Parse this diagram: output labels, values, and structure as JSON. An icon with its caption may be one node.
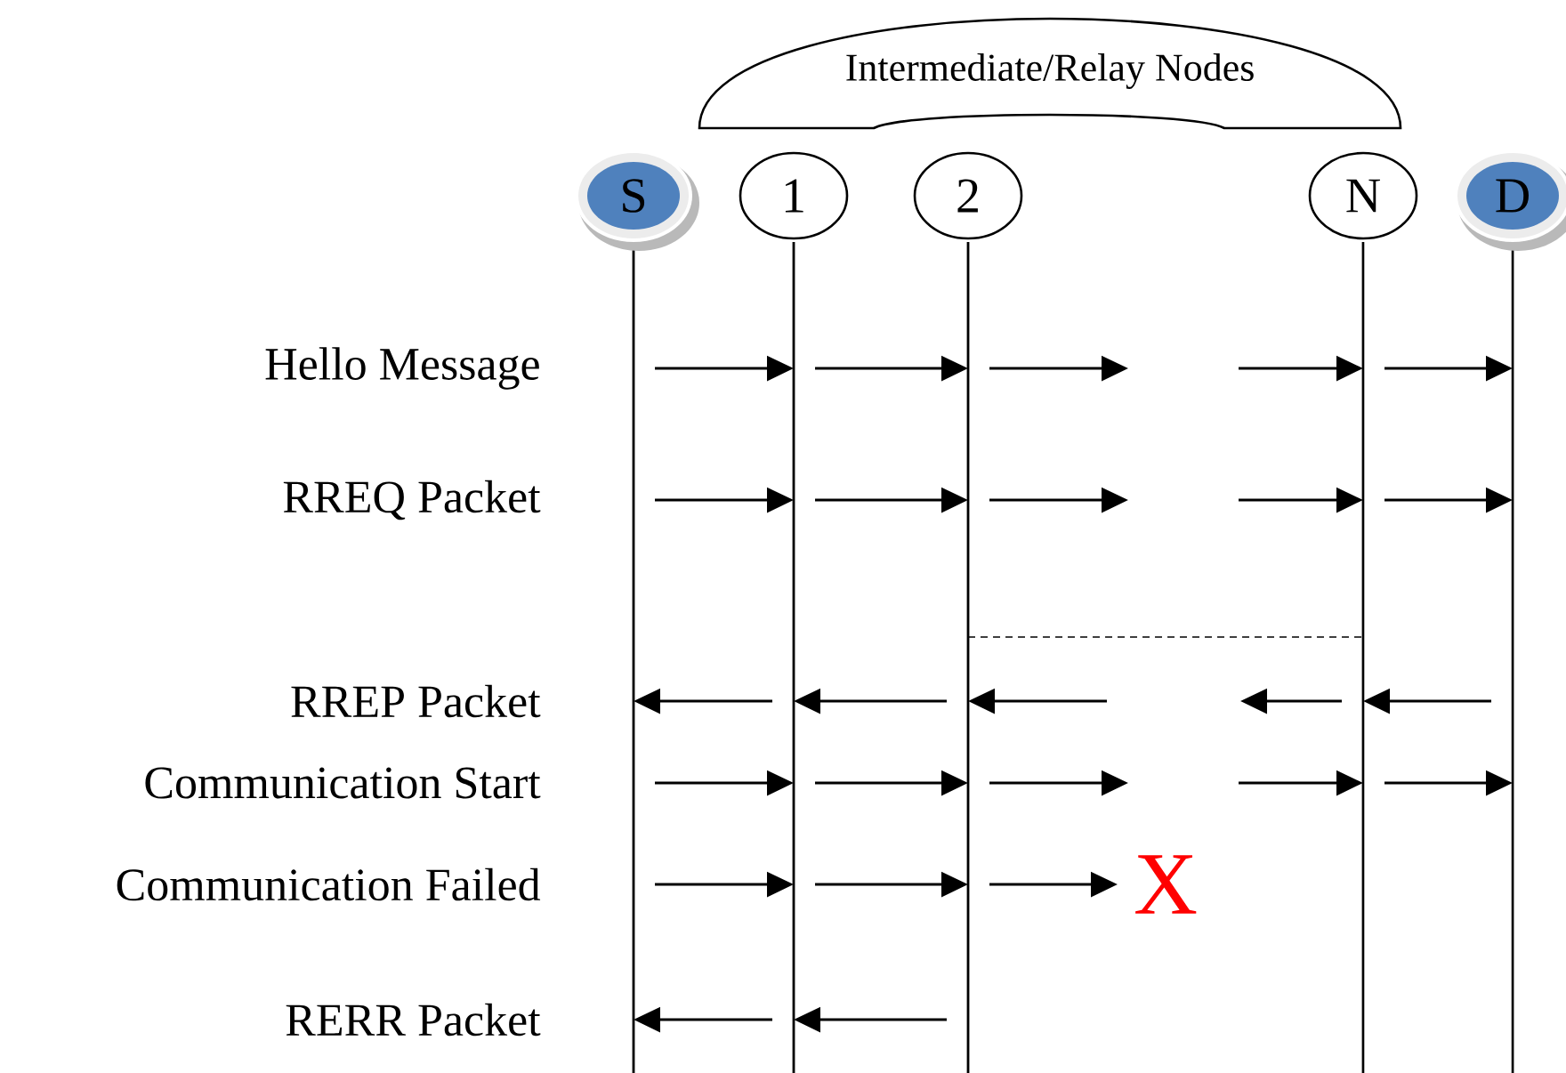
{
  "diagram": {
    "nodes": [
      {
        "text": [
          "Intermediate/Relay Nodes"
        ]
      },
      {
        "text": [
          "S"
        ]
      },
      {
        "text": [
          "1"
        ]
      },
      {
        "text": [
          "2"
        ]
      },
      {
        "text": [
          "N"
        ]
      },
      {
        "text": [
          "D"
        ]
      }
    ],
    "edges": [
      {
        "from": 1,
        "to": 2,
        "arrow": "to"
      },
      {
        "from": 2,
        "to": 3,
        "arrow": "to"
      },
      {
        "from": 3,
        "to": null,
        "arrow": "to"
      },
      {
        "from": null,
        "to": 4,
        "arrow": "to"
      },
      {
        "from": 4,
        "to": 5,
        "arrow": "to"
      },
      {
        "from": 1,
        "to": 2,
        "arrow": "to"
      },
      {
        "from": 2,
        "to": 3,
        "arrow": "to"
      },
      {
        "from": 3,
        "to": null,
        "arrow": "to"
      },
      {
        "from": null,
        "to": 4,
        "arrow": "to"
      },
      {
        "from": 4,
        "to": 5,
        "arrow": "to"
      },
      {
        "from": 3,
        "to": 4,
        "arrow": "none",
        "style": "dashed"
      },
      {
        "from": 2,
        "to": 1,
        "arrow": "to"
      },
      {
        "from": 3,
        "to": 2,
        "arrow": "to"
      },
      {
        "from": null,
        "to": 3,
        "arrow": "to"
      },
      {
        "from": 4,
        "to": null,
        "arrow": "to"
      },
      {
        "from": 5,
        "to": 4,
        "arrow": "to"
      },
      {
        "from": 1,
        "to": 2,
        "arrow": "to"
      },
      {
        "from": 2,
        "to": 3,
        "arrow": "to"
      },
      {
        "from": 3,
        "to": null,
        "arrow": "to"
      },
      {
        "from": null,
        "to": 4,
        "arrow": "to"
      },
      {
        "from": 4,
        "to": 5,
        "arrow": "to"
      },
      {
        "from": 1,
        "to": 2,
        "arrow": "to"
      },
      {
        "from": 2,
        "to": 3,
        "arrow": "to"
      },
      {
        "from": 3,
        "to": null,
        "arrow": "to"
      },
      {
        "from": 2,
        "to": 1,
        "arrow": "to"
      },
      {
        "from": 3,
        "to": 2,
        "arrow": "to"
      }
    ],
    "labels": [
      "Hello Message",
      "RREQ Packet",
      "RREP Packet",
      "Communication Start",
      "Communication Failed",
      "RERR Packet",
      "X"
    ]
  }
}
